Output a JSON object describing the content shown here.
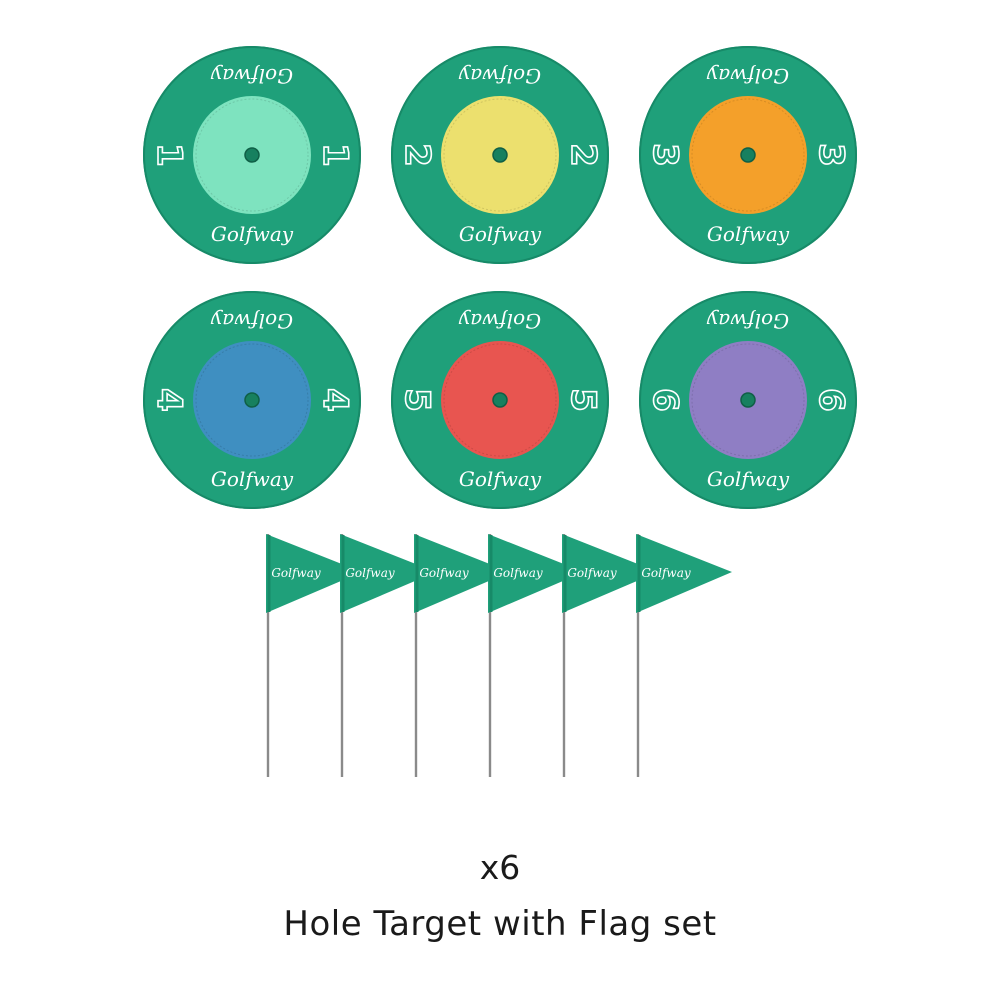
{
  "brand": "Golfway",
  "targets": [
    {
      "number": "1",
      "center_color": "#7ee3bf"
    },
    {
      "number": "2",
      "center_color": "#ece06e"
    },
    {
      "number": "3",
      "center_color": "#f4a02a"
    },
    {
      "number": "4",
      "center_color": "#3f8fc1"
    },
    {
      "number": "5",
      "center_color": "#e85550"
    },
    {
      "number": "6",
      "center_color": "#8f7ec4"
    }
  ],
  "ring_color": "#1fa07a",
  "flags": [
    {
      "brand": "Golfway"
    },
    {
      "brand": "Golfway"
    },
    {
      "brand": "Golfway"
    },
    {
      "brand": "Golfway"
    },
    {
      "brand": "Golfway"
    },
    {
      "brand": "Golfway"
    }
  ],
  "flag_color": "#1fa07a",
  "caption": {
    "count": "x6",
    "title": "Hole Target with Flag set"
  }
}
